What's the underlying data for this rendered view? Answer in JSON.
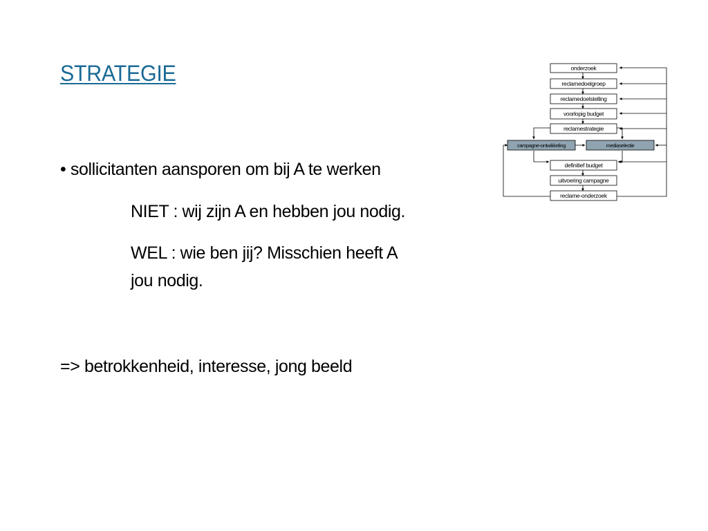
{
  "slide": {
    "title": "STRATEGIE",
    "bullet": "• sollicitanten aansporen om bij A te werken",
    "niet": "NIET : wij zijn A en hebben jou nodig.",
    "wel_line1": "WEL : wie ben jij? Misschien heeft A",
    "wel_line2": "jou nodig.",
    "conclusion": "=> betrokkenheid, interesse, jong beeld"
  },
  "diagram": {
    "steps": [
      "onderzoek",
      "reclamedoelgroep",
      "reclamedoelstelling",
      "voorlopig budget",
      "reclamestrategie",
      "definitief budget",
      "uitvoering campagne",
      "reclame-onderzoek"
    ],
    "parallel": [
      "campagne-ontwikkeling",
      "mediaselectie"
    ],
    "colors": {
      "box_fill": "#ffffff",
      "highlight_fill": "#8fa4b0",
      "stroke": "#000000"
    }
  }
}
